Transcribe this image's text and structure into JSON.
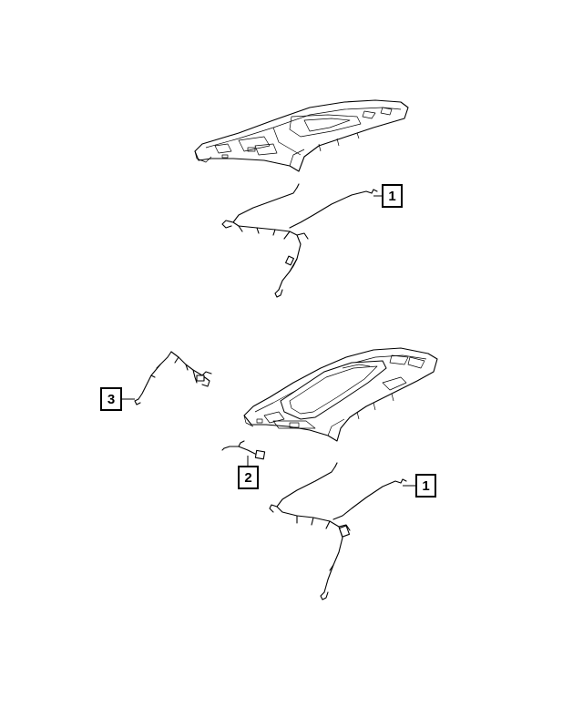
{
  "callouts": [
    {
      "id": "top-harness",
      "label": "1"
    },
    {
      "id": "bottom-harness",
      "label": "1"
    },
    {
      "id": "jumper",
      "label": "2"
    },
    {
      "id": "side-harness",
      "label": "3"
    }
  ],
  "colors": {
    "line": "#000000",
    "background": "#ffffff"
  }
}
